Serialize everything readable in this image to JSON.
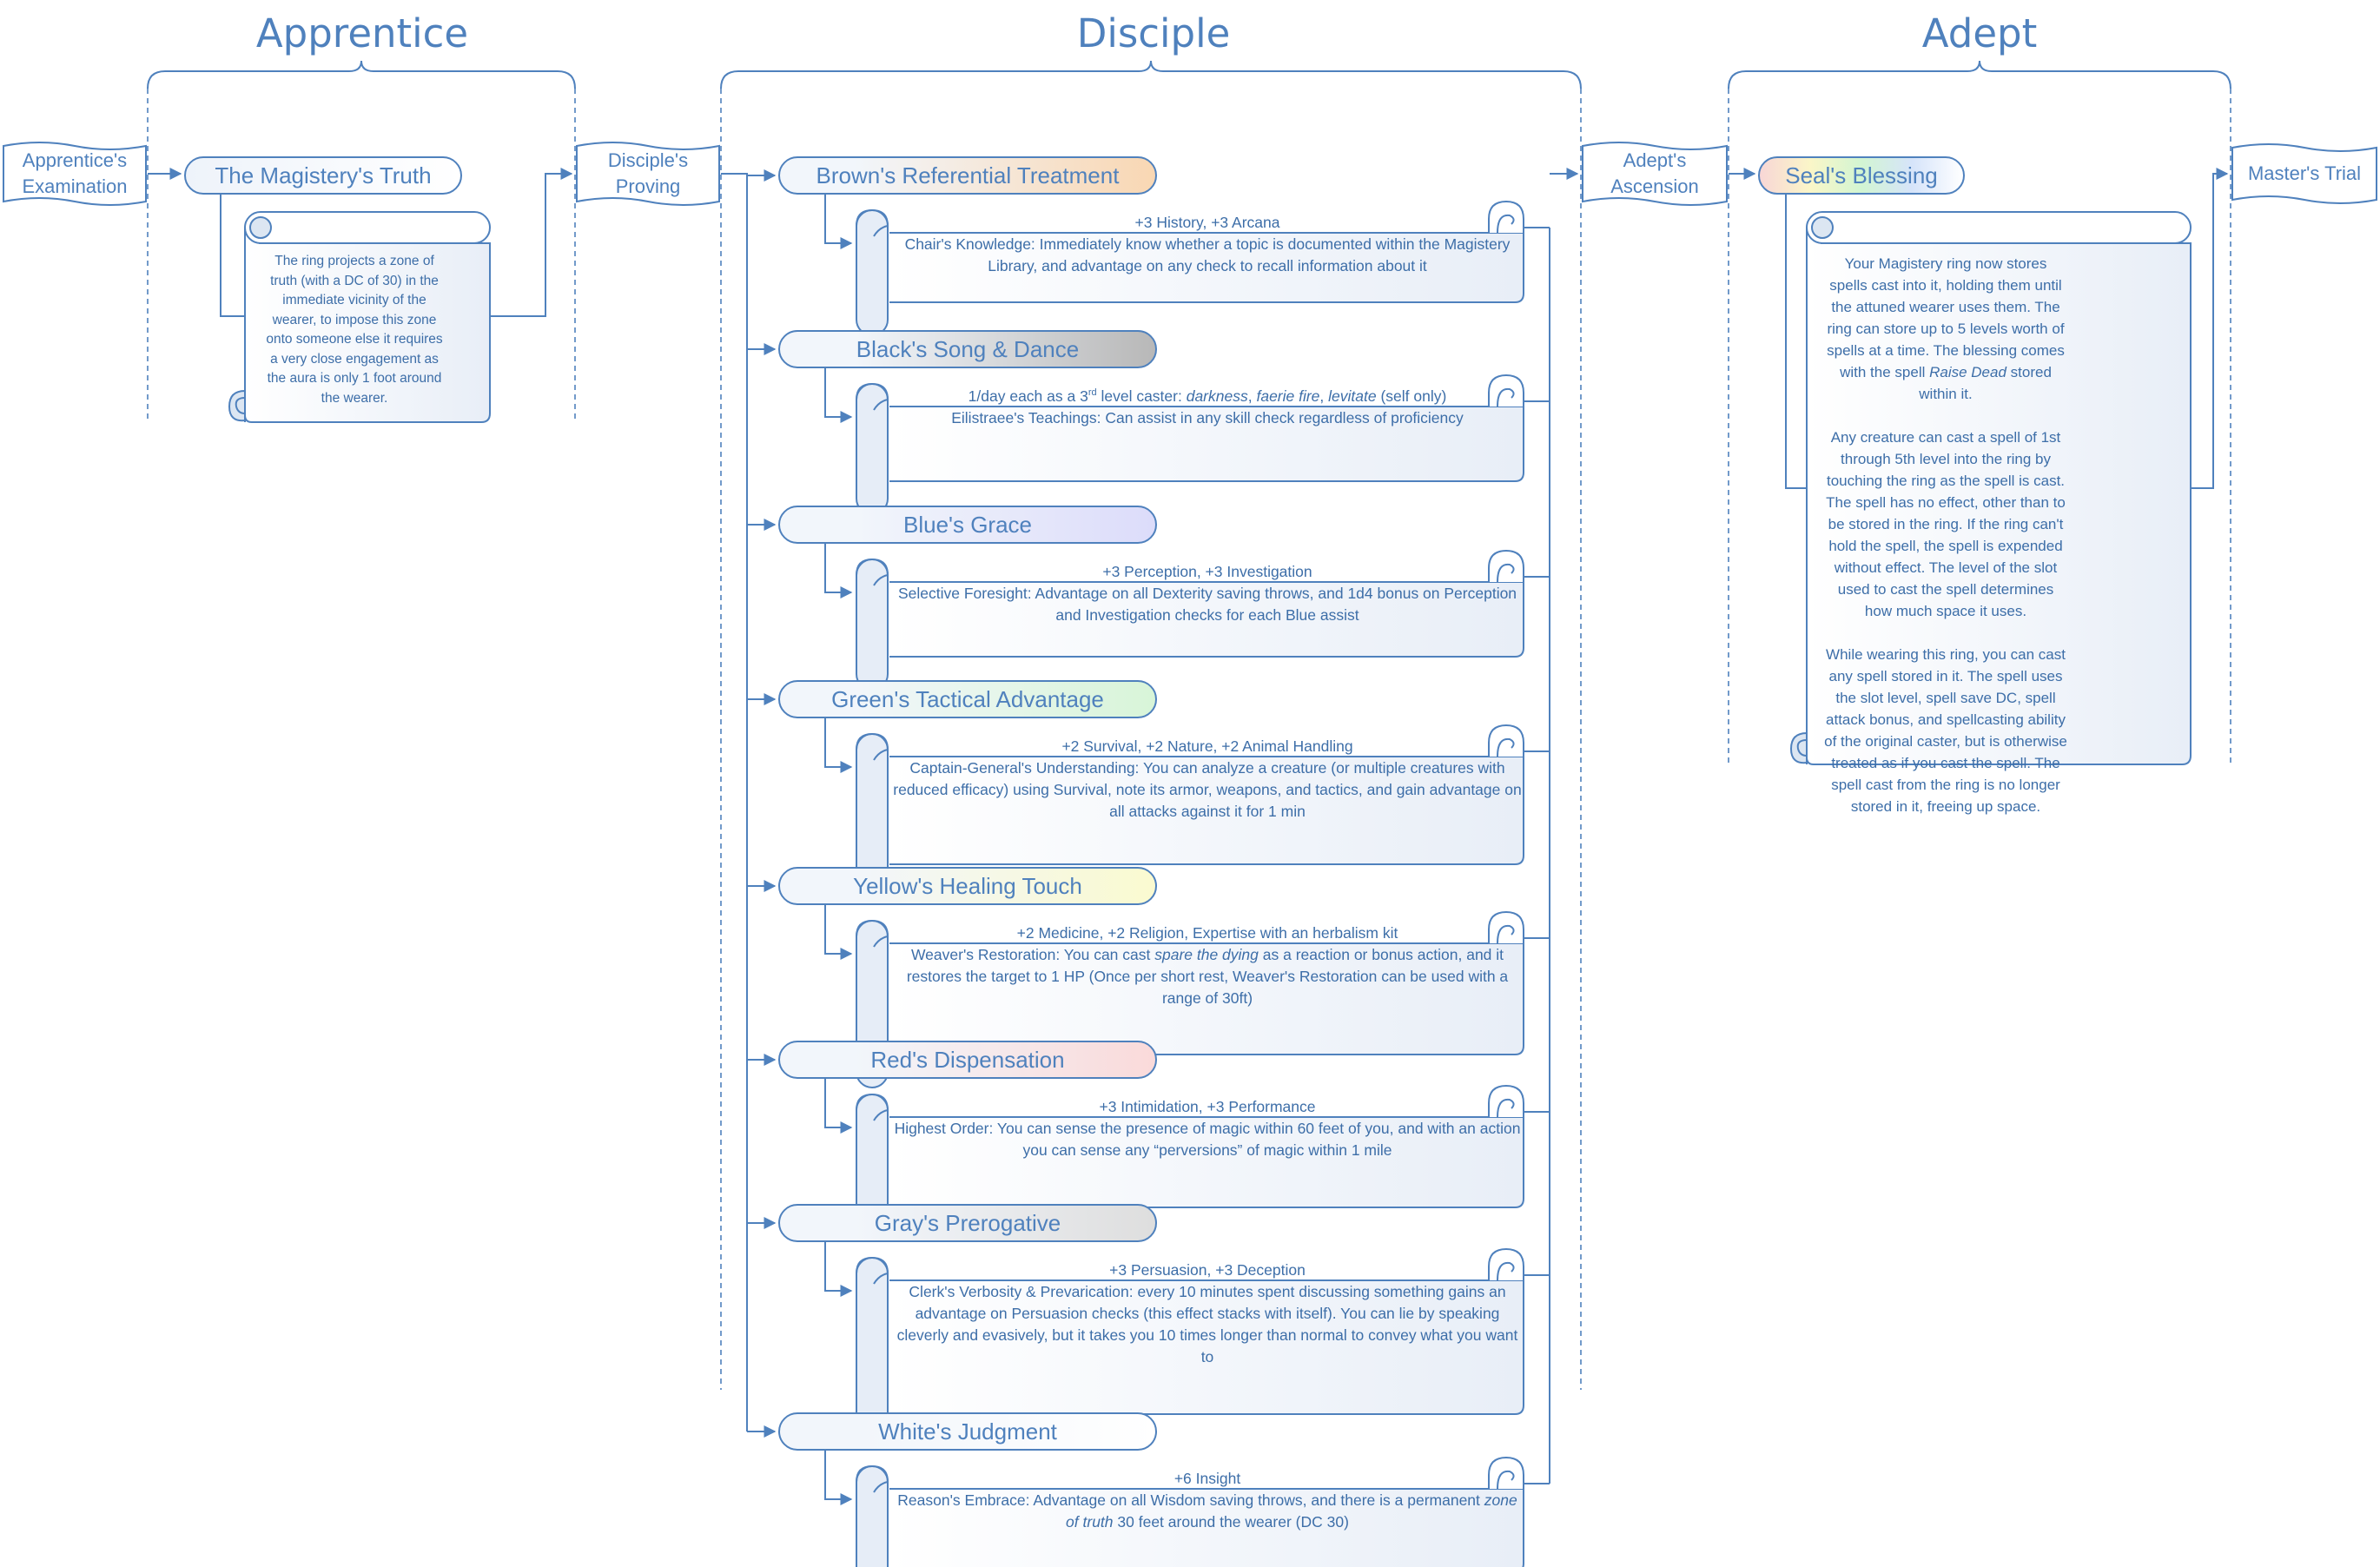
{
  "stages": {
    "apprentice": "Apprentice",
    "disciple": "Disciple",
    "adept": "Adept"
  },
  "milestones": {
    "apprentice_exam": "Apprentice's Examination",
    "disciples_proving": "Disciple's Proving",
    "adepts_ascension": "Adept's Ascension",
    "masters_trial": "Master's Trial"
  },
  "apprentice_node": {
    "title": "The Magistery's Truth",
    "description": "The ring projects a zone of truth (with a DC of 30) in the immediate vicinity of the wearer, to impose this zone onto someone else it requires a very close engagement as the aura is only 1 foot around the wearer."
  },
  "disciple_nodes": [
    {
      "title": "Brown's Referential Treatment",
      "color": "#f9d7b3",
      "lines": [
        "+3 History, +3 Arcana",
        "Chair's Knowledge: Immediately know whether a topic is documented within the Magistery Library, and advantage on any check to recall information about it"
      ]
    },
    {
      "title": "Black's Song & Dance",
      "color": "#b8b8b8",
      "lines": [
        "1/day each as a 3rd level caster: darkness, faerie fire, levitate (self only)",
        "Eilistraee's Teachings: Can assist in any skill check regardless of proficiency"
      ]
    },
    {
      "title": "Blue's Grace",
      "color": "#dcdcfa",
      "lines": [
        "+3 Perception, +3 Investigation",
        "Selective Foresight: Advantage on all Dexterity saving throws, and 1d4 bonus on Perception and Investigation checks for each Blue assist"
      ]
    },
    {
      "title": "Green's Tactical Advantage",
      "color": "#d8f5d8",
      "lines": [
        "+2 Survival, +2 Nature, +2 Animal Handling",
        "Captain-General's Understanding: You can analyze a creature (or multiple creatures with reduced efficacy) using Survival, note its armor, weapons, and tactics, and gain advantage on all attacks against it for 1 min"
      ]
    },
    {
      "title": "Yellow's Healing Touch",
      "color": "#fafad0",
      "lines": [
        "+2 Medicine, +2 Religion, Expertise with an herbalism kit",
        "Weaver's Restoration: You can cast spare the dying as a reaction or bonus action, and it restores the target to 1 HP (Once per short rest, Weaver's Restoration can be used with a range of 30ft)"
      ]
    },
    {
      "title": "Red's Dispensation",
      "color": "#fadada",
      "lines": [
        "+3 Intimidation, +3 Performance",
        "Highest Order: You can sense the presence of magic within 60 feet of you, and with an action you can sense any “perversions” of magic within 1 mile"
      ]
    },
    {
      "title": "Gray's Prerogative",
      "color": "#dedede",
      "lines": [
        "+3 Persuasion, +3 Deception",
        "Clerk's Verbosity & Prevarication: every 10 minutes spent discussing something gains an advantage on Persuasion checks (this effect stacks with itself). You can lie by speaking cleverly and evasively, but it takes you 10 times longer than normal to convey what you want to"
      ]
    },
    {
      "title": "White's Judgment",
      "color": "#ffffff",
      "lines": [
        "+6 Insight",
        "Reason's Embrace: Advantage on all Wisdom saving throws, and there is a permanent zone of truth 30 feet around the wearer (DC 30)"
      ]
    }
  ],
  "adept_node": {
    "title": "Seal's Blessing",
    "paragraphs": [
      "Your Magistery ring now stores spells cast into it, holding them until the attuned wearer uses them. The ring can store up to 5 levels worth of spells at a time. The blessing comes with the spell Raise Dead stored within it.",
      "Any creature can cast a spell of 1st through 5th level into the ring by touching the ring as the spell is cast. The spell has no effect, other than to be stored in the ring. If the ring can't hold the spell, the spell is expended without effect. The level of the slot used to cast the spell determines how much space it uses.",
      "While wearing this ring, you can cast any spell stored in it. The spell uses the slot level, spell save DC, spell attack bonus, and spellcasting ability of the original caster, but is otherwise treated as if you cast the spell. The spell cast from the ring is no longer stored in it, freeing up space."
    ]
  },
  "colors": {
    "line": "#4f81bd",
    "text": "#3d6ea8"
  }
}
